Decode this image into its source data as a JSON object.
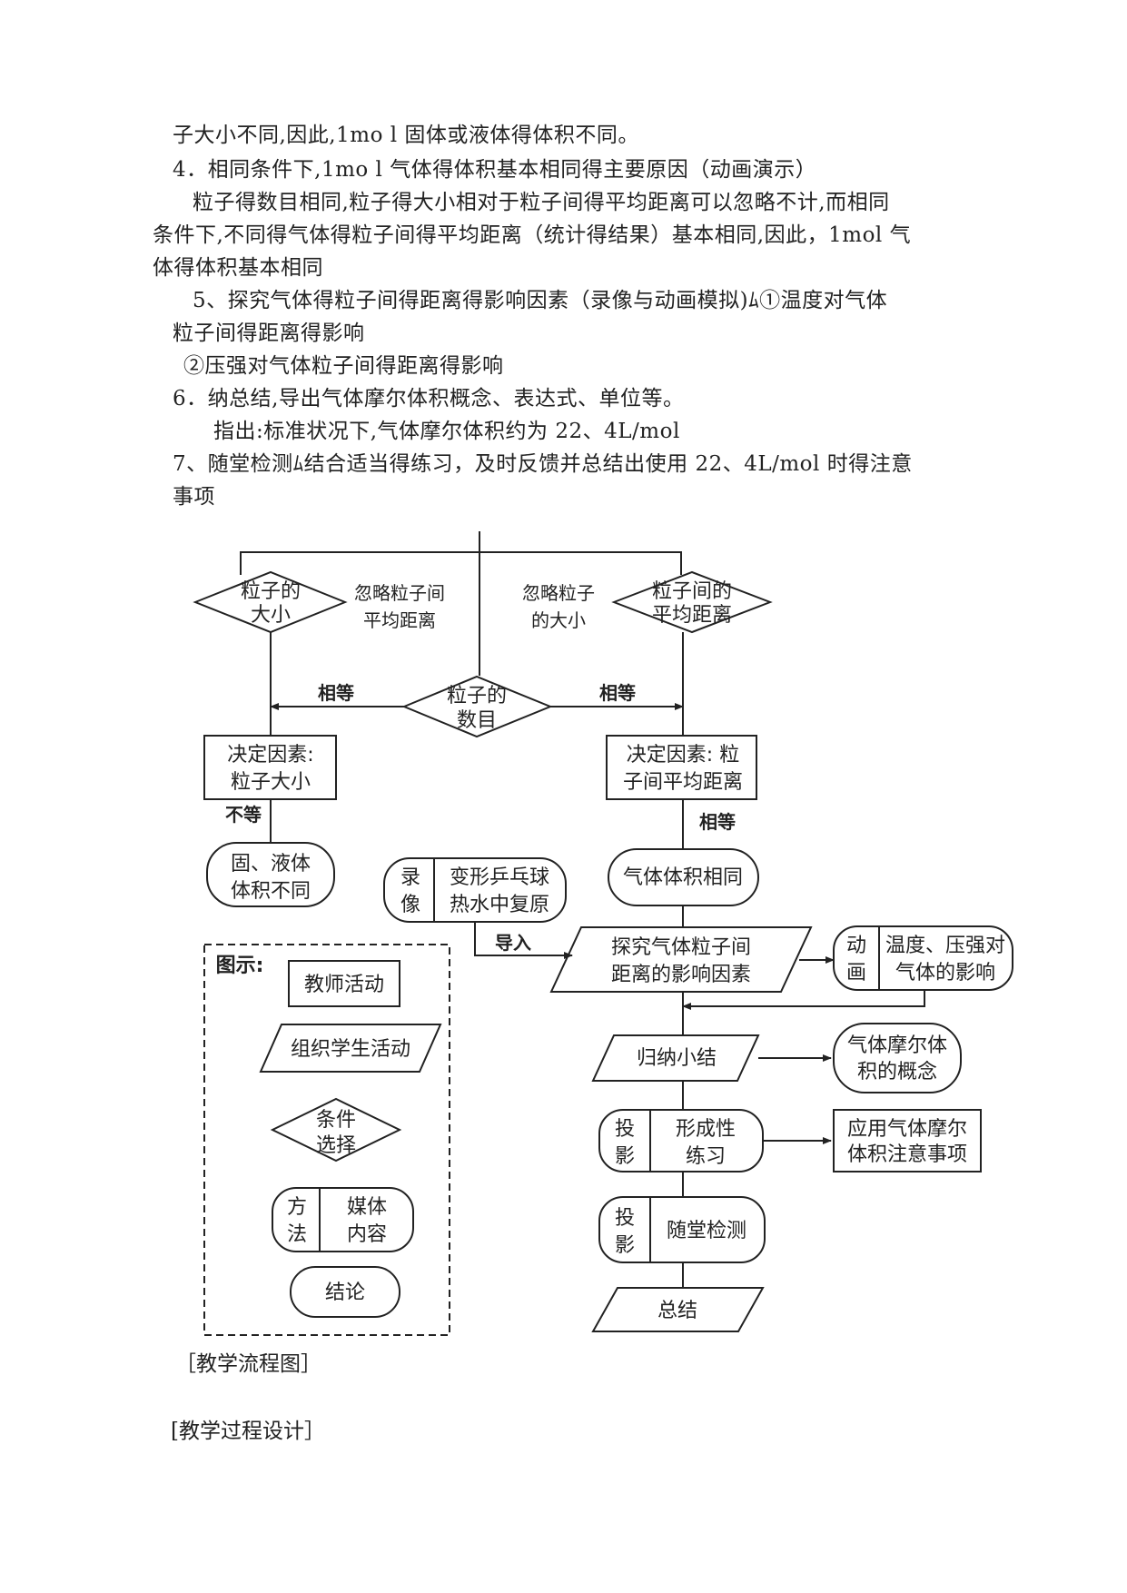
{
  "text": {
    "l1": "子大小不同,因此,1mo l 固体或液体得体积不同。",
    "l2": "4．相同条件下,1mo l 气体得体积基本相同得主要原因（动画演示）",
    "l3": "粒子得数目相同,粒子得大小相对于粒子间得平均距离可以忽略不计,而相同",
    "l4": "条件下,不同得气体得粒子间得平均距离（统计得结果）基本相同,因此，1mol 气",
    "l5": "体得体积基本相同",
    "l6": "5、探究气体得粒子间得距离得影响因素（录像与动画模拟)ﾑ①温度对气体",
    "l7": "粒子间得距离得影响",
    "l8": "②压强对气体粒子间得距离得影响",
    "l9": "6．纳总结,导出气体摩尔体积概念、表达式、单位等。",
    "l10": "指出:标准状况下,气体摩尔体积约为 22、4L/mol",
    "l11": "7、随堂检测ﾑ结合适当得练习，及时反馈并总结出使用 22、4L/mol 时得注意",
    "l12": "事项"
  },
  "diagram": {
    "d_size_1": "粒子的",
    "d_size_2": "大小",
    "d_dist_1": "粒子间的",
    "d_dist_2": "平均距离",
    "d_count_1": "粒子的",
    "d_count_2": "数目",
    "ignore_left_1": "忽略粒子间",
    "ignore_left_2": "平均距离",
    "ignore_right_1": "忽略粒子",
    "ignore_right_2": "的大小",
    "equal_left": "相等",
    "equal_right": "相等",
    "equal_mid": "相等",
    "not_equal": "不等",
    "factor_left_1": "决定因素:",
    "factor_left_2": "粒子大小",
    "factor_right_1": "决定因素: 粒",
    "factor_right_2": "子间平均距离",
    "solid_liquid_1": "固、液体",
    "solid_liquid_2": "体积不同",
    "video_1": "录",
    "video_2": "像",
    "video_content_1": "变形乒乓球",
    "video_content_2": "热水中复原",
    "gas_same": "气体体积相同",
    "import": "导入",
    "explore_1": "探究气体粒子间",
    "explore_2": "距离的影响因素",
    "anim_1": "动",
    "anim_2": "画",
    "anim_content_1": "温度、压强对",
    "anim_content_2": "气体的影响",
    "summarize": "归纳小结",
    "molar_1": "气体摩尔体",
    "molar_2": "积的概念",
    "proj1_1": "投",
    "proj1_2": "影",
    "practice_1": "形成性",
    "practice_2": "练习",
    "apply_1": "应用气体摩尔",
    "apply_2": "体积注意事项",
    "proj2_1": "投",
    "proj2_2": "影",
    "test": "随堂检测",
    "total": "总结",
    "legend_title": "图示:",
    "legend_teacher": "教师活动",
    "legend_student": "组织学生活动",
    "legend_cond_1": "条件",
    "legend_cond_2": "选择",
    "legend_method_1": "方",
    "legend_method_2": "法",
    "legend_media_1": "媒体",
    "legend_media_2": "内容",
    "legend_conclusion": "结论"
  },
  "captions": {
    "flow": "［教学流程图］",
    "process": "[教学过程设计］"
  }
}
